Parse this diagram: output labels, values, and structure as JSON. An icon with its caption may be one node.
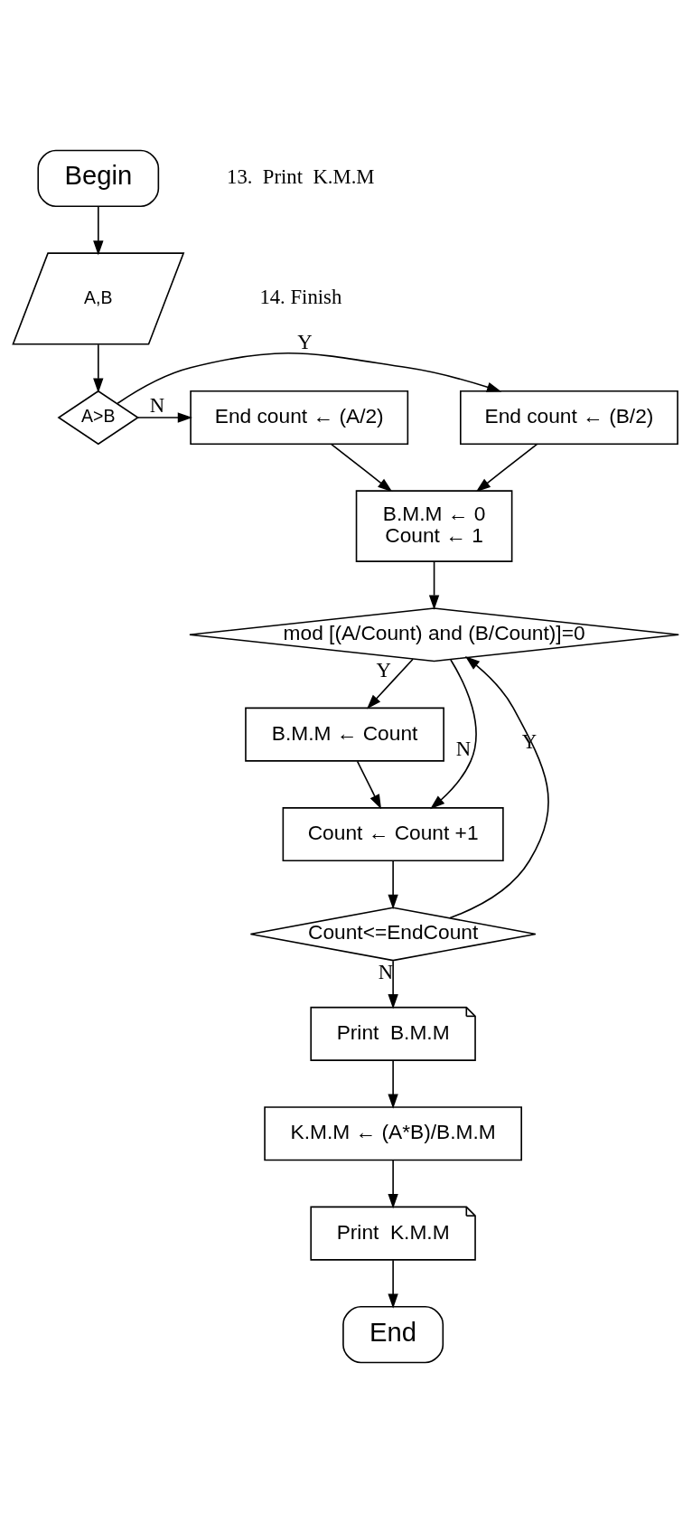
{
  "diagram": {
    "nodes": [
      {
        "text": [
          "Begin"
        ]
      },
      {
        "text": [
          "A,B"
        ]
      },
      {
        "text": [
          "A>B"
        ]
      },
      {
        "text": [
          "End count ← (B/2)"
        ]
      },
      {
        "text": [
          "End count ← (A/2)"
        ]
      },
      {
        "text": [
          "B.M.M ← 0",
          "Count ← 1"
        ]
      },
      {
        "text": [
          "mod [(A/Count) and (B/Count)]=0"
        ]
      },
      {
        "text": [
          "B.M.M ← Count"
        ]
      },
      {
        "text": [
          "Count ← Count +1"
        ]
      },
      {
        "text": [
          "Count<=EndCount"
        ]
      },
      {
        "text": [
          "Print  B.M.M"
        ]
      },
      {
        "text": [
          "K.M.M ← (A*B)/B.M.M"
        ]
      },
      {
        "text": [
          "Print  K.M.M"
        ]
      },
      {
        "text": [
          "End"
        ]
      }
    ],
    "edges": [
      {
        "from": 0,
        "to": 1,
        "arrow": "to"
      },
      {
        "from": 1,
        "to": 2,
        "arrow": "to"
      },
      {
        "from": 2,
        "to": 3,
        "arrow": "to",
        "label": "Y"
      },
      {
        "from": 2,
        "to": 4,
        "arrow": "to",
        "label": "N"
      },
      {
        "from": 3,
        "to": 5,
        "arrow": "to"
      },
      {
        "from": 4,
        "to": 5,
        "arrow": "to"
      },
      {
        "from": 5,
        "to": 6,
        "arrow": "to"
      },
      {
        "from": 6,
        "to": 7,
        "arrow": "to",
        "label": "Y"
      },
      {
        "from": 6,
        "to": 8,
        "arrow": "to",
        "label": "N"
      },
      {
        "from": 7,
        "to": 8,
        "arrow": "to"
      },
      {
        "from": 8,
        "to": 9,
        "arrow": "to"
      },
      {
        "from": 9,
        "to": 6,
        "arrow": "to",
        "label": "Y"
      },
      {
        "from": 9,
        "to": 10,
        "arrow": "to",
        "label": "N"
      },
      {
        "from": 10,
        "to": 11,
        "arrow": "to"
      },
      {
        "from": 11,
        "to": 12,
        "arrow": "to"
      },
      {
        "from": 12,
        "to": 13,
        "arrow": "to"
      }
    ],
    "labels": [
      "13.  Print  K.M.M",
      "14. Finish"
    ]
  }
}
